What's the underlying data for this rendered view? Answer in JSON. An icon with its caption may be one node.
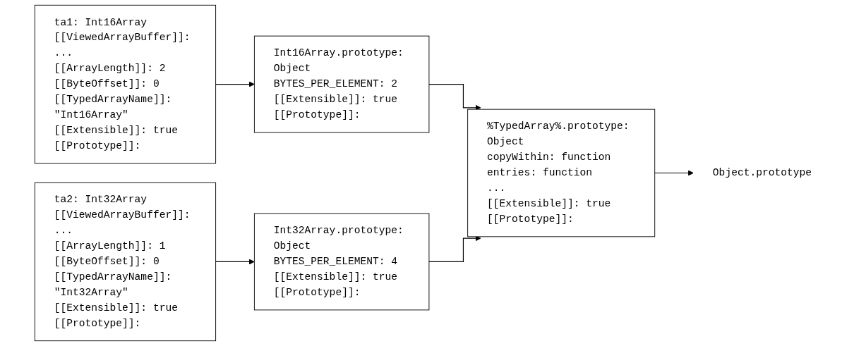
{
  "diagram": {
    "nodes": [
      {
        "text": [
          "ta1: Int16Array",
          "[[ViewedArrayBuffer]]: ...",
          "[[ArrayLength]]: 2",
          "[[ByteOffset]]: 0",
          "[[TypedArrayName]]: \"Int16Array\"",
          "[[Extensible]]: true",
          "[[Prototype]]:"
        ]
      },
      {
        "text": [
          "ta2: Int32Array",
          "[[ViewedArrayBuffer]]: ...",
          "[[ArrayLength]]: 1",
          "[[ByteOffset]]: 0",
          "[[TypedArrayName]]: \"Int32Array\"",
          "[[Extensible]]: true",
          "[[Prototype]]:"
        ]
      },
      {
        "text": [
          "Int16Array.prototype: Object",
          "BYTES_PER_ELEMENT: 2",
          "[[Extensible]]: true",
          "[[Prototype]]:"
        ]
      },
      {
        "text": [
          "Int32Array.prototype: Object",
          "BYTES_PER_ELEMENT: 4",
          "[[Extensible]]: true",
          "[[Prototype]]:"
        ]
      },
      {
        "text": [
          "%TypedArray%.prototype: Object",
          "copyWithin: function",
          "entries: function",
          "...",
          "[[Extensible]]: true",
          "[[Prototype]]:"
        ]
      },
      {
        "text": [
          "Object.prototype"
        ]
      }
    ],
    "edges": [
      {
        "from": 0,
        "to": 2,
        "arrow": "to"
      },
      {
        "from": 1,
        "to": 3,
        "arrow": "to"
      },
      {
        "from": 2,
        "to": 4,
        "arrow": "to"
      },
      {
        "from": 3,
        "to": 4,
        "arrow": "to"
      },
      {
        "from": 4,
        "to": 5,
        "arrow": "to"
      }
    ]
  }
}
